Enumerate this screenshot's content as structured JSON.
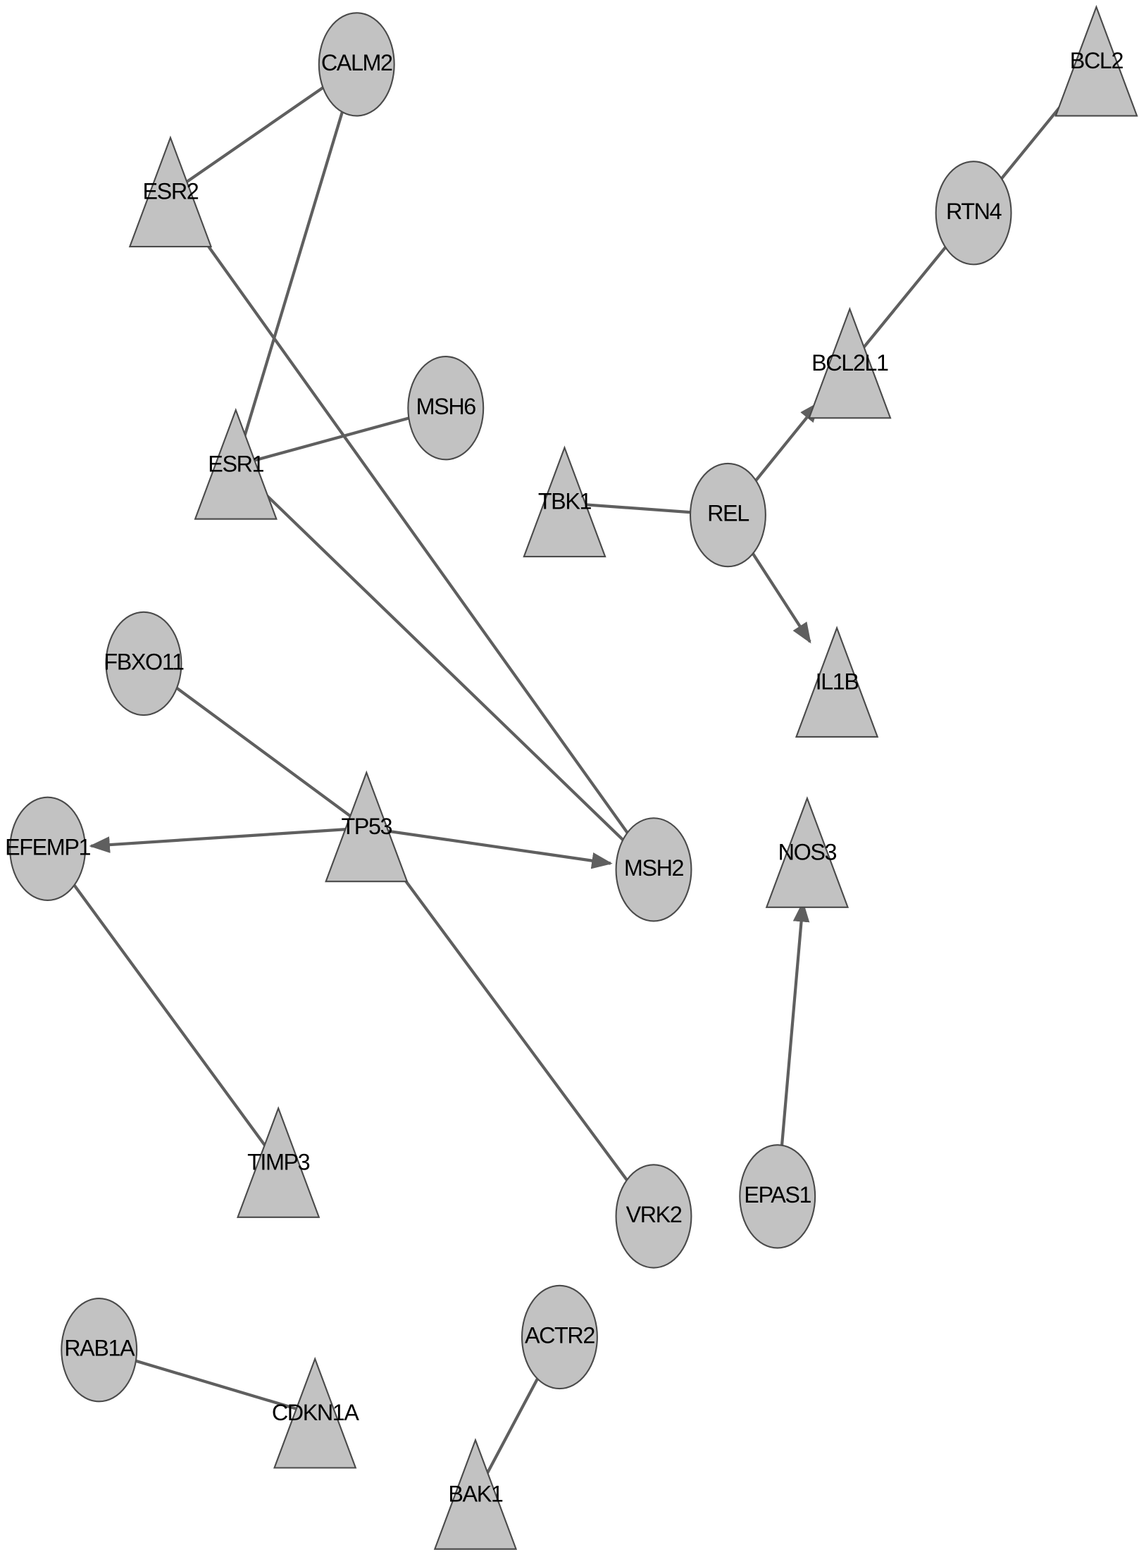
{
  "nodes": [
    {
      "id": "CALM2",
      "shape": "circle"
    },
    {
      "id": "ESR2",
      "shape": "triangle"
    },
    {
      "id": "ESR1",
      "shape": "triangle"
    },
    {
      "id": "MSH6",
      "shape": "circle"
    },
    {
      "id": "TBK1",
      "shape": "triangle"
    },
    {
      "id": "REL",
      "shape": "circle"
    },
    {
      "id": "BCL2L1",
      "shape": "triangle"
    },
    {
      "id": "RTN4",
      "shape": "circle"
    },
    {
      "id": "BCL2",
      "shape": "triangle"
    },
    {
      "id": "IL1B",
      "shape": "triangle"
    },
    {
      "id": "FBXO11",
      "shape": "circle"
    },
    {
      "id": "TP53",
      "shape": "triangle"
    },
    {
      "id": "EFEMP1",
      "shape": "circle"
    },
    {
      "id": "MSH2",
      "shape": "circle"
    },
    {
      "id": "NOS3",
      "shape": "triangle"
    },
    {
      "id": "TIMP3",
      "shape": "triangle"
    },
    {
      "id": "VRK2",
      "shape": "circle"
    },
    {
      "id": "EPAS1",
      "shape": "circle"
    },
    {
      "id": "RAB1A",
      "shape": "circle"
    },
    {
      "id": "ACTR2",
      "shape": "circle"
    },
    {
      "id": "CDKN1A",
      "shape": "triangle"
    },
    {
      "id": "BAK1",
      "shape": "triangle"
    }
  ],
  "edges": [
    {
      "source": "CALM2",
      "target": "ESR2",
      "directed": false
    },
    {
      "source": "CALM2",
      "target": "ESR1",
      "directed": false
    },
    {
      "source": "ESR2",
      "target": "MSH2",
      "directed": false
    },
    {
      "source": "ESR1",
      "target": "MSH6",
      "directed": false
    },
    {
      "source": "ESR1",
      "target": "MSH2",
      "directed": false
    },
    {
      "source": "TBK1",
      "target": "REL",
      "directed": false
    },
    {
      "source": "REL",
      "target": "BCL2L1",
      "directed": true
    },
    {
      "source": "REL",
      "target": "IL1B",
      "directed": true
    },
    {
      "source": "BCL2L1",
      "target": "RTN4",
      "directed": false
    },
    {
      "source": "RTN4",
      "target": "BCL2",
      "directed": false
    },
    {
      "source": "FBXO11",
      "target": "TP53",
      "directed": false
    },
    {
      "source": "TP53",
      "target": "EFEMP1",
      "directed": true
    },
    {
      "source": "TP53",
      "target": "MSH2",
      "directed": true
    },
    {
      "source": "TP53",
      "target": "VRK2",
      "directed": false
    },
    {
      "source": "EFEMP1",
      "target": "TIMP3",
      "directed": false
    },
    {
      "source": "EPAS1",
      "target": "NOS3",
      "directed": true
    },
    {
      "source": "RAB1A",
      "target": "CDKN1A",
      "directed": false
    },
    {
      "source": "ACTR2",
      "target": "BAK1",
      "directed": false
    }
  ],
  "colors": {
    "node_fill": "#c2c2c2",
    "edge": "#5f5f5f",
    "outline": "#4a4a4a"
  }
}
